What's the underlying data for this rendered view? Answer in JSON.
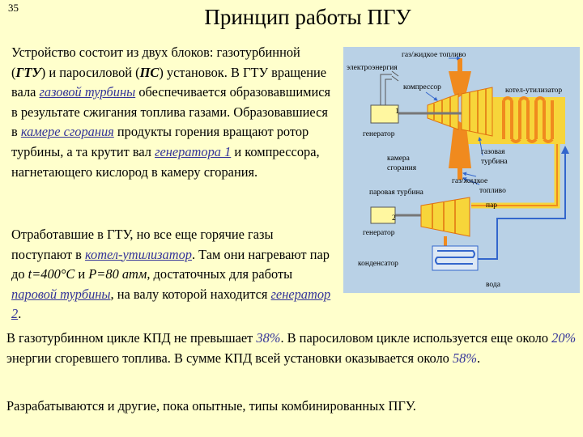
{
  "slide": {
    "number": "35",
    "title": "Принцип работы ПГУ"
  },
  "p1": {
    "s1": "Устройство состоит из двух блоков: газотурбинной (",
    "gtu": "ГТУ",
    "s2": ") и паросиловой (",
    "ps": "ПС",
    "s3": ") установок. В ГТУ вращение вала ",
    "link1": "газовой турбины",
    "s4": " обеспечивается образовавшимися в результате сжигания топлива газами. Образовавшиеся в ",
    "link2": "камере сгорания",
    "s5": " продукты горения вращают ротор турбины, а та крутит вал ",
    "link3": "генератора 1",
    "s6": " и компрессора, нагнетающего кислород в камеру сгорания."
  },
  "p2": {
    "s1": "Отработавшие в ГТУ, но все еще горячие газы поступают в ",
    "link1": "котел-утилизатор",
    "s2": ". Там они нагревают пар до ",
    "temp": "t=400°C",
    "s3": " и ",
    "press": "P=80 атм",
    "s4": ", достаточных для работы ",
    "link2": "паровой турбины",
    "s5": ", на валу которой находится ",
    "link3": "генератор 2",
    "s6": "."
  },
  "p3": {
    "s1": "В газотурбинном цикле КПД не превышает ",
    "v1": "38%",
    "s2": ". В паросиловом цикле используется еще около ",
    "v2": "20%",
    "s3": " энергии сгоревшего топлива. В сумме КПД всей установки оказывается около ",
    "v3": "58%",
    "s4": "."
  },
  "p4": {
    "text": "Разрабатываются и другие, пока опытные, типы комбинированных ПГУ."
  },
  "diagram": {
    "labels": {
      "fuel_top": "газ/жидкое топливо",
      "electric": "электроэнергия",
      "compressor": "компрессор",
      "boiler": "котел-утилизатор",
      "gen1_num": "1",
      "gen1": "генератор",
      "chamber_1": "камера",
      "chamber_2": "сгорания",
      "gas_1": "газовая",
      "gas_2": "турбина",
      "fuel_bottom_1": "газ/жидкое",
      "fuel_bottom_2": "топливо",
      "steam_turbine": "паровая турбина",
      "steam": "пар",
      "gen2_num": "2",
      "gen2": "генератор",
      "condenser": "конденсатор",
      "water": "вода"
    },
    "colors": {
      "panel": "#B9D1E6",
      "orange": "#F08A1E",
      "yellow": "#F7D53A",
      "blue": "#3366CC",
      "generator": "#FFF7A0"
    }
  }
}
